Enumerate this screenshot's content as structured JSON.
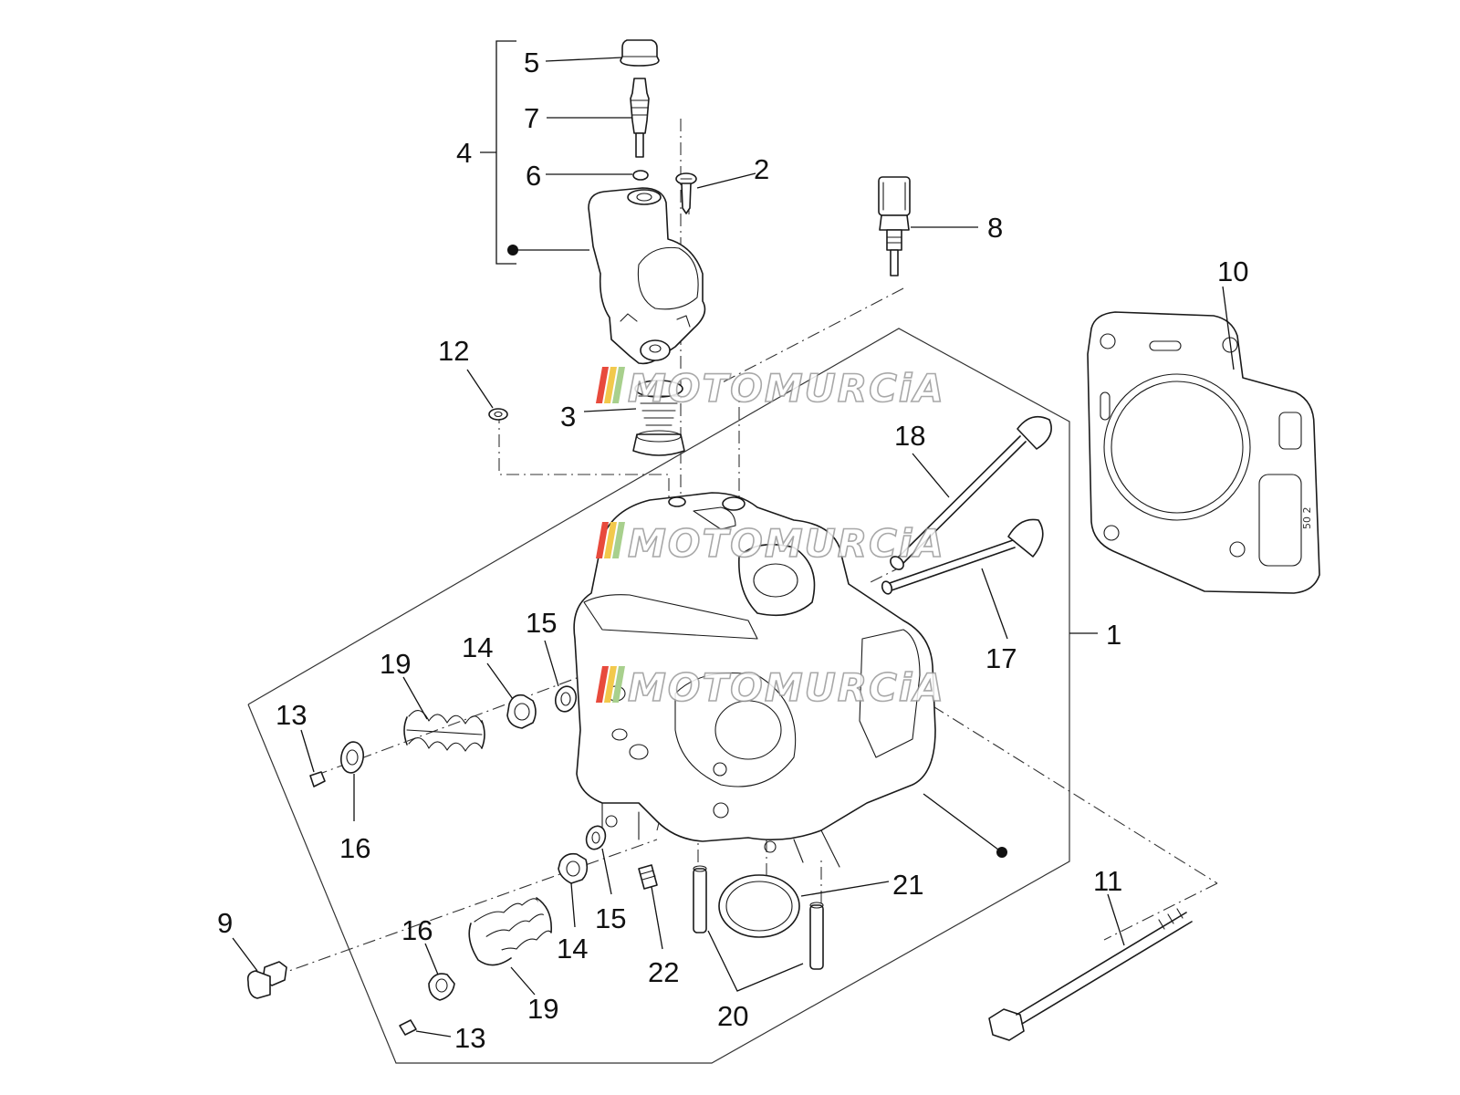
{
  "watermark": {
    "text": "MOTOMURCiA",
    "stripe_colors": [
      "#e84a3c",
      "#f2c94c",
      "#a8d08d"
    ]
  },
  "callouts": {
    "c1": "1",
    "c2": "2",
    "c3": "3",
    "c4": "4",
    "c5": "5",
    "c6": "6",
    "c7": "7",
    "c8": "8",
    "c9": "9",
    "c10": "10",
    "c11": "11",
    "c12": "12",
    "c13a": "13",
    "c13b": "13",
    "c14a": "14",
    "c14b": "14",
    "c15a": "15",
    "c15b": "15",
    "c16a": "16",
    "c16b": "16",
    "c17": "17",
    "c18": "18",
    "c19a": "19",
    "c19b": "19",
    "c20": "20",
    "c21": "21",
    "c22": "22"
  },
  "gasket_marking": "50 2"
}
